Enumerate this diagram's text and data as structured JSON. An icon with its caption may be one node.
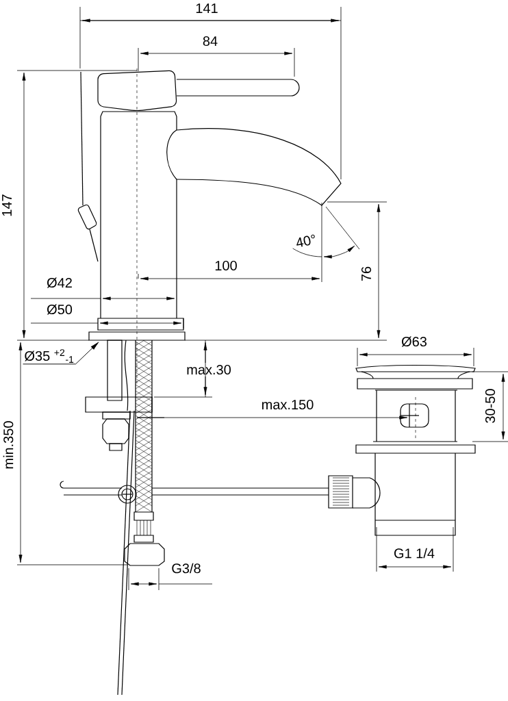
{
  "diagram": {
    "nodes": [
      {
        "text": [
          "Ø35 $^{+2}$$_{-1}$"
        ]
      },
      {
        "text": [],
        "shape": "box"
      }
    ],
    "edges": [
      {
        "from": 0,
        "to": 1,
        "arrow": "to"
      }
    ],
    "labels": [
      "141",
      "84",
      "147",
      "40°",
      "100",
      "76",
      "Ø42",
      "Ø50",
      "Ø63",
      "max.30",
      "30-50",
      "max.150",
      "min.350",
      "G1 1/4",
      "G3/8"
    ]
  }
}
